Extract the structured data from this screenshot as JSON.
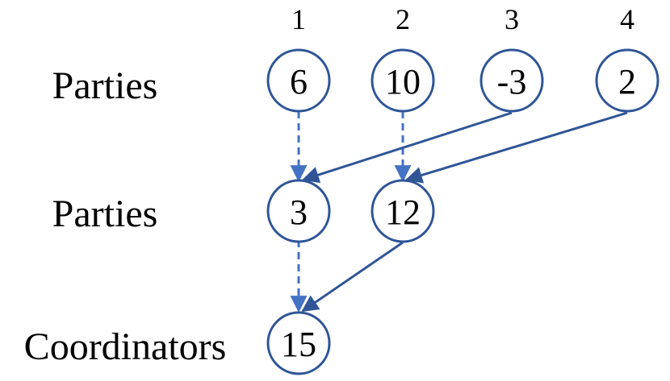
{
  "column_labels": [
    "1",
    "2",
    "3",
    "4"
  ],
  "row_labels": {
    "top": "Parties",
    "middle": "Parties",
    "bottom": "Coordinators"
  },
  "nodes": {
    "top": [
      "6",
      "10",
      "-3",
      "2"
    ],
    "middle": [
      "3",
      "12"
    ],
    "bottom": [
      "15"
    ]
  },
  "colors": {
    "node_stroke": "#2f5597",
    "arrow_solid": "#2f5597",
    "arrow_dashed": "#4472c4",
    "text": "#000000"
  }
}
